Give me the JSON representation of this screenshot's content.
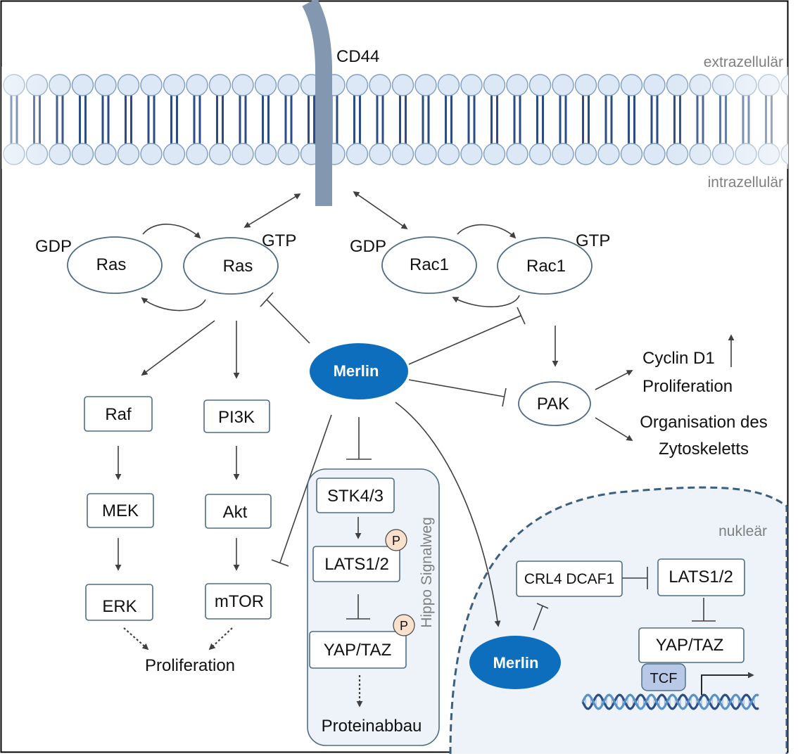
{
  "colors": {
    "membrane_head_fill": "#dce8f5",
    "membrane_head_stroke": "#7f9fc3",
    "membrane_tail": "#2b4c85",
    "cd44": "#8497b0",
    "merlin": "#0d6ebd",
    "node_stroke": "#4e6c86",
    "hippo_fill": "#edf3f9",
    "nucleus_fill": "#edf3f9",
    "nucleus_stroke": "#3a5f80",
    "phospho_fill": "#fae1cc",
    "tcf_fill": "#b8c9e8"
  },
  "membrane": {
    "extra_label": "extrazellulär",
    "intra_label": "intrazellulär",
    "receptor_label": "CD44"
  },
  "ras": {
    "gdp_label": "GDP",
    "gtp_label": "GTP",
    "inactive": "Ras",
    "active": "Ras"
  },
  "rac": {
    "gdp_label": "GDP",
    "gtp_label": "GTP",
    "inactive": "Rac1",
    "active": "Rac1"
  },
  "merlin": {
    "cyto_label": "Merlin",
    "nuclear_label": "Merlin"
  },
  "mapk": [
    "Raf",
    "MEK",
    "ERK"
  ],
  "pi3k": [
    "PI3K",
    "Akt",
    "mTOR"
  ],
  "proliferation_label": "Proliferation",
  "pak": {
    "label": "PAK",
    "cyclin_label": "Cyclin D1",
    "cyclin_prolif_label": "Proliferation",
    "cyto_line1": "Organisation des",
    "cyto_line2": "Zytoskeletts"
  },
  "hippo": {
    "panel_label": "Hippo Signalweg",
    "stk": "STK4/3",
    "lats": "LATS1/2",
    "yap": "YAP/TAZ",
    "phospho": "P",
    "outcome": "Proteinabbau"
  },
  "nucleus": {
    "label": "nukleär",
    "crl4": "CRL4 DCAF1",
    "lats": "LATS1/2",
    "yap": "YAP/TAZ",
    "tcf": "TCF"
  }
}
